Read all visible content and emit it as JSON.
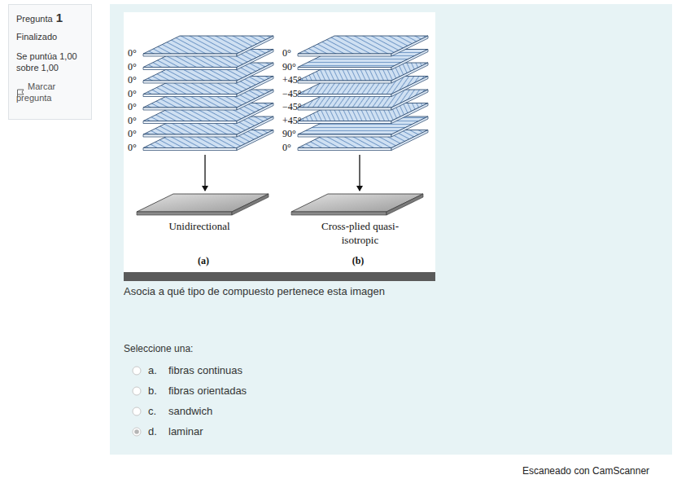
{
  "diagram": {
    "nodes": [
      {
        "text": [
          "Pregunta",
          "1",
          "Finalizado",
          "Se puntúa 1,00 sobre 1,00",
          "Marcar pregunta"
        ]
      },
      {
        "text": [
          "Asocia a qué tipo de compuesto pertenece esta imagen",
          "Seleccione una:"
        ]
      }
    ],
    "labels": [
      "0°",
      "0°",
      "0°",
      "0°",
      "0°",
      "0°",
      "0°",
      "0°",
      "0°",
      "90°",
      "+45°",
      "−45°",
      "−45°",
      "+45°",
      "90°",
      "0°",
      "Unidirectional",
      "Cross-plied quasi-isotropic",
      "(a)",
      "(b)",
      "a.",
      "b.",
      "c.",
      "d.",
      "fibras continuas",
      "fibras orientadas",
      "sandwich",
      "laminar",
      "Escaneado con CamScanner"
    ]
  }
}
